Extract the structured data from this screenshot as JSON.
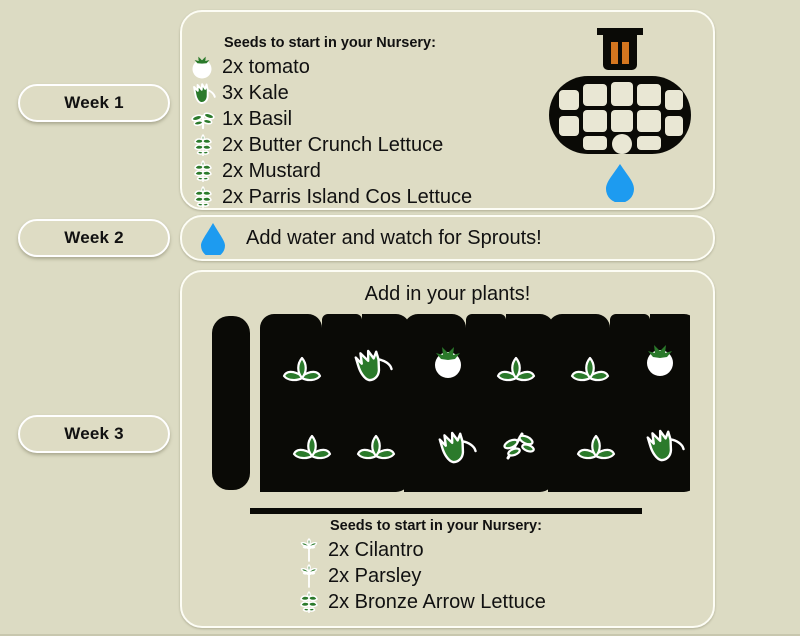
{
  "page": {
    "background_color": "#dcdbc3",
    "panel_color": "#dedcc4",
    "leaf_green": "#2b7a2b",
    "water_blue": "#1d9bf0",
    "pot_orange": "#d4761f",
    "black": "#0a0a06"
  },
  "weeks": [
    {
      "label": "Week 1"
    },
    {
      "label": "Week 2"
    },
    {
      "label": "Week 3"
    }
  ],
  "week1": {
    "nursery_heading": "Seeds to start in your Nursery:",
    "seeds": [
      {
        "qty": "2x tomato",
        "icon": "tomato-icon"
      },
      {
        "qty": "3x Kale",
        "icon": "kale-icon"
      },
      {
        "qty": "1x Basil",
        "icon": "basil-sprout-icon"
      },
      {
        "qty": "2x Butter Crunch Lettuce",
        "icon": "lettuce-icon"
      },
      {
        "qty": "2x Mustard",
        "icon": "lettuce-icon"
      },
      {
        "qty": "2x Parris Island Cos Lettuce",
        "icon": "lettuce-icon"
      }
    ],
    "art": {
      "pot": "seed-pot-icon",
      "tray": "nursery-tray-icon",
      "drop": "water-drop-icon"
    }
  },
  "week2": {
    "icon": "water-drop-icon",
    "text": "Add water and watch for Sprouts!"
  },
  "week3": {
    "title": "Add in your plants!",
    "planters": [
      {
        "name": "planter-1",
        "plants": []
      },
      {
        "name": "planter-2",
        "plants": [
          {
            "slot": "top-left",
            "icon": "lettuce-rosette-icon"
          },
          {
            "slot": "top-right",
            "icon": "kale-icon"
          },
          {
            "slot": "bottom-left",
            "icon": "lettuce-rosette-icon"
          },
          {
            "slot": "bottom-right",
            "icon": "lettuce-rosette-icon"
          }
        ]
      },
      {
        "name": "planter-3",
        "plants": [
          {
            "slot": "top-left",
            "icon": "tomato-icon"
          },
          {
            "slot": "top-right",
            "icon": "lettuce-rosette-icon"
          },
          {
            "slot": "bottom-left",
            "icon": "kale-icon"
          },
          {
            "slot": "bottom-right",
            "icon": "basil-sprout-icon"
          }
        ]
      },
      {
        "name": "planter-4",
        "plants": [
          {
            "slot": "top-left",
            "icon": "lettuce-rosette-icon"
          },
          {
            "slot": "top-right",
            "icon": "tomato-icon"
          },
          {
            "slot": "bottom-left",
            "icon": "lettuce-rosette-icon"
          },
          {
            "slot": "bottom-right",
            "icon": "kale-icon"
          }
        ]
      }
    ],
    "nursery_heading": "Seeds to start in your Nursery:",
    "seeds": [
      {
        "qty": "2x Cilantro",
        "icon": "cilantro-icon"
      },
      {
        "qty": "2x Parsley",
        "icon": "parsley-icon"
      },
      {
        "qty": "2x Bronze Arrow Lettuce",
        "icon": "lettuce-icon"
      }
    ]
  }
}
